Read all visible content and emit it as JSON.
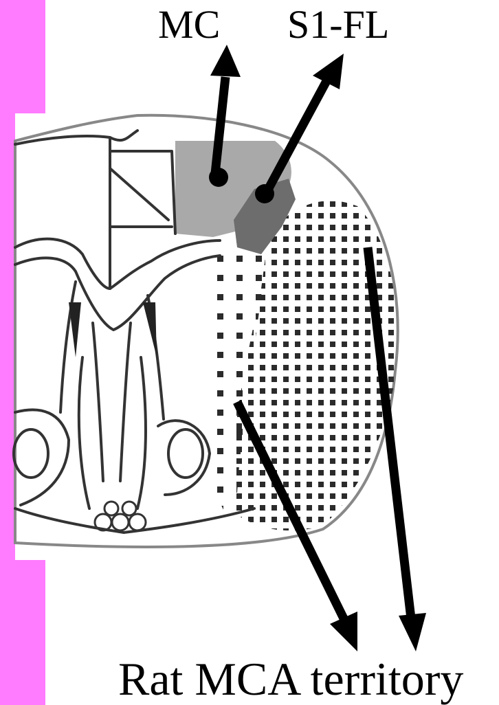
{
  "labels": {
    "mc": "MC",
    "s1_fl": "S1-FL",
    "mca_territory": "Rat MCA territory"
  },
  "colors": {
    "side_bar": "#ff7bff",
    "mc_region": "#a9a9a9",
    "s1_region": "#6d6d6d",
    "dots": "#2b2b2b",
    "outline": "#333333"
  }
}
